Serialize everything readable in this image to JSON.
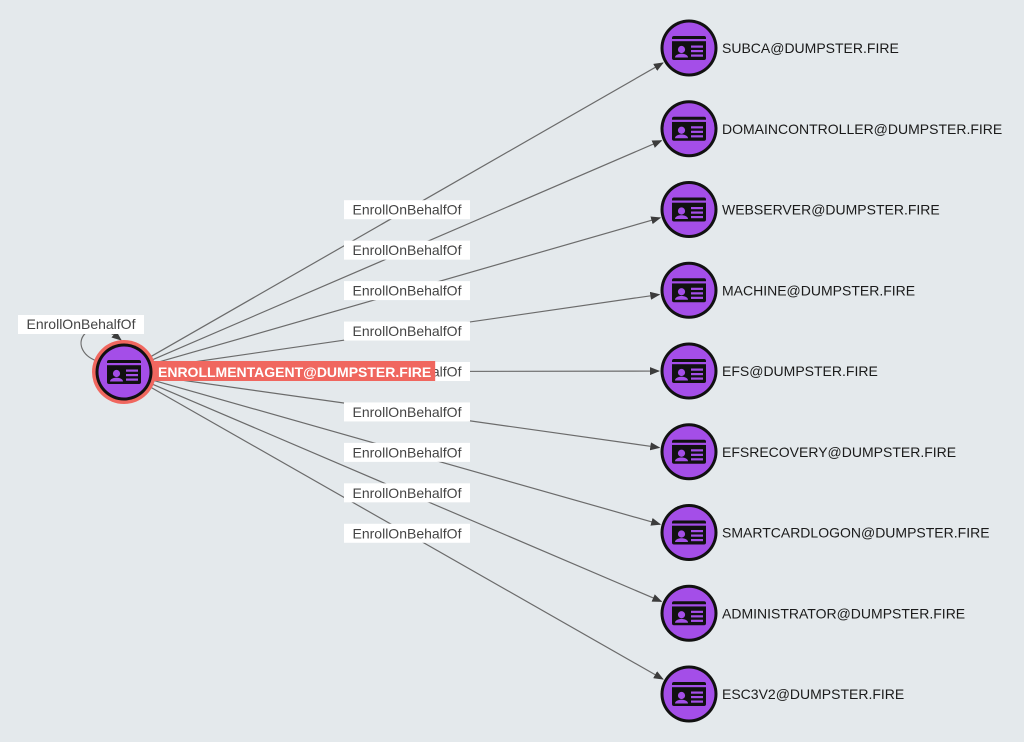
{
  "graph": {
    "edge_label": "EnrollOnBehalfOf",
    "colors": {
      "background": "#e4e9ec",
      "node_fill": "#a44ee8",
      "node_ring": "#111111",
      "source_highlight": "#f0675f",
      "edge": "#6b6b6b",
      "icon": "#111111"
    },
    "source": {
      "name": "ENROLLMENTAGENT@DUMPSTER.FIRE",
      "icon": "id-card-icon",
      "self_loop_label": "EnrollOnBehalfOf",
      "selected": true
    },
    "targets": [
      {
        "name": "SUBCA@DUMPSTER.FIRE",
        "icon": "id-card-icon",
        "edge_label": "EnrollOnBehalfOf"
      },
      {
        "name": "DOMAINCONTROLLER@DUMPSTER.FIRE",
        "icon": "id-card-icon",
        "edge_label": "EnrollOnBehalfOf"
      },
      {
        "name": "WEBSERVER@DUMPSTER.FIRE",
        "icon": "id-card-icon",
        "edge_label": "EnrollOnBehalfOf"
      },
      {
        "name": "MACHINE@DUMPSTER.FIRE",
        "icon": "id-card-icon",
        "edge_label": "EnrollOnBehalfOf"
      },
      {
        "name": "EFS@DUMPSTER.FIRE",
        "icon": "id-card-icon",
        "edge_label": "EnrollOnBehalfOf"
      },
      {
        "name": "EFSRECOVERY@DUMPSTER.FIRE",
        "icon": "id-card-icon",
        "edge_label": "EnrollOnBehalfOf"
      },
      {
        "name": "SMARTCARDLOGON@DUMPSTER.FIRE",
        "icon": "id-card-icon",
        "edge_label": "EnrollOnBehalfOf"
      },
      {
        "name": "ADMINISTRATOR@DUMPSTER.FIRE",
        "icon": "id-card-icon",
        "edge_label": "EnrollOnBehalfOf"
      },
      {
        "name": "ESC3V2@DUMPSTER.FIRE",
        "icon": "id-card-icon",
        "edge_label": "EnrollOnBehalfOf"
      }
    ]
  }
}
